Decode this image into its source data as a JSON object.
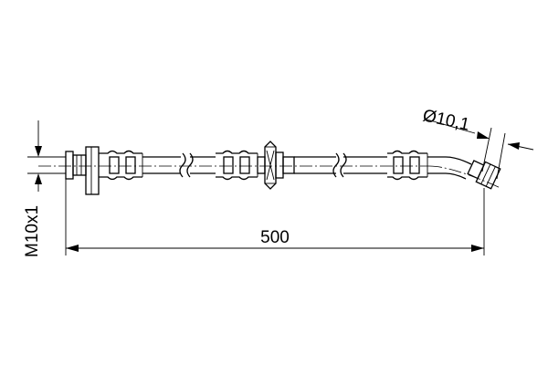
{
  "diagram": {
    "length_label": "500",
    "thread_label": "M10x1",
    "diameter_label": "Ø10,1"
  }
}
